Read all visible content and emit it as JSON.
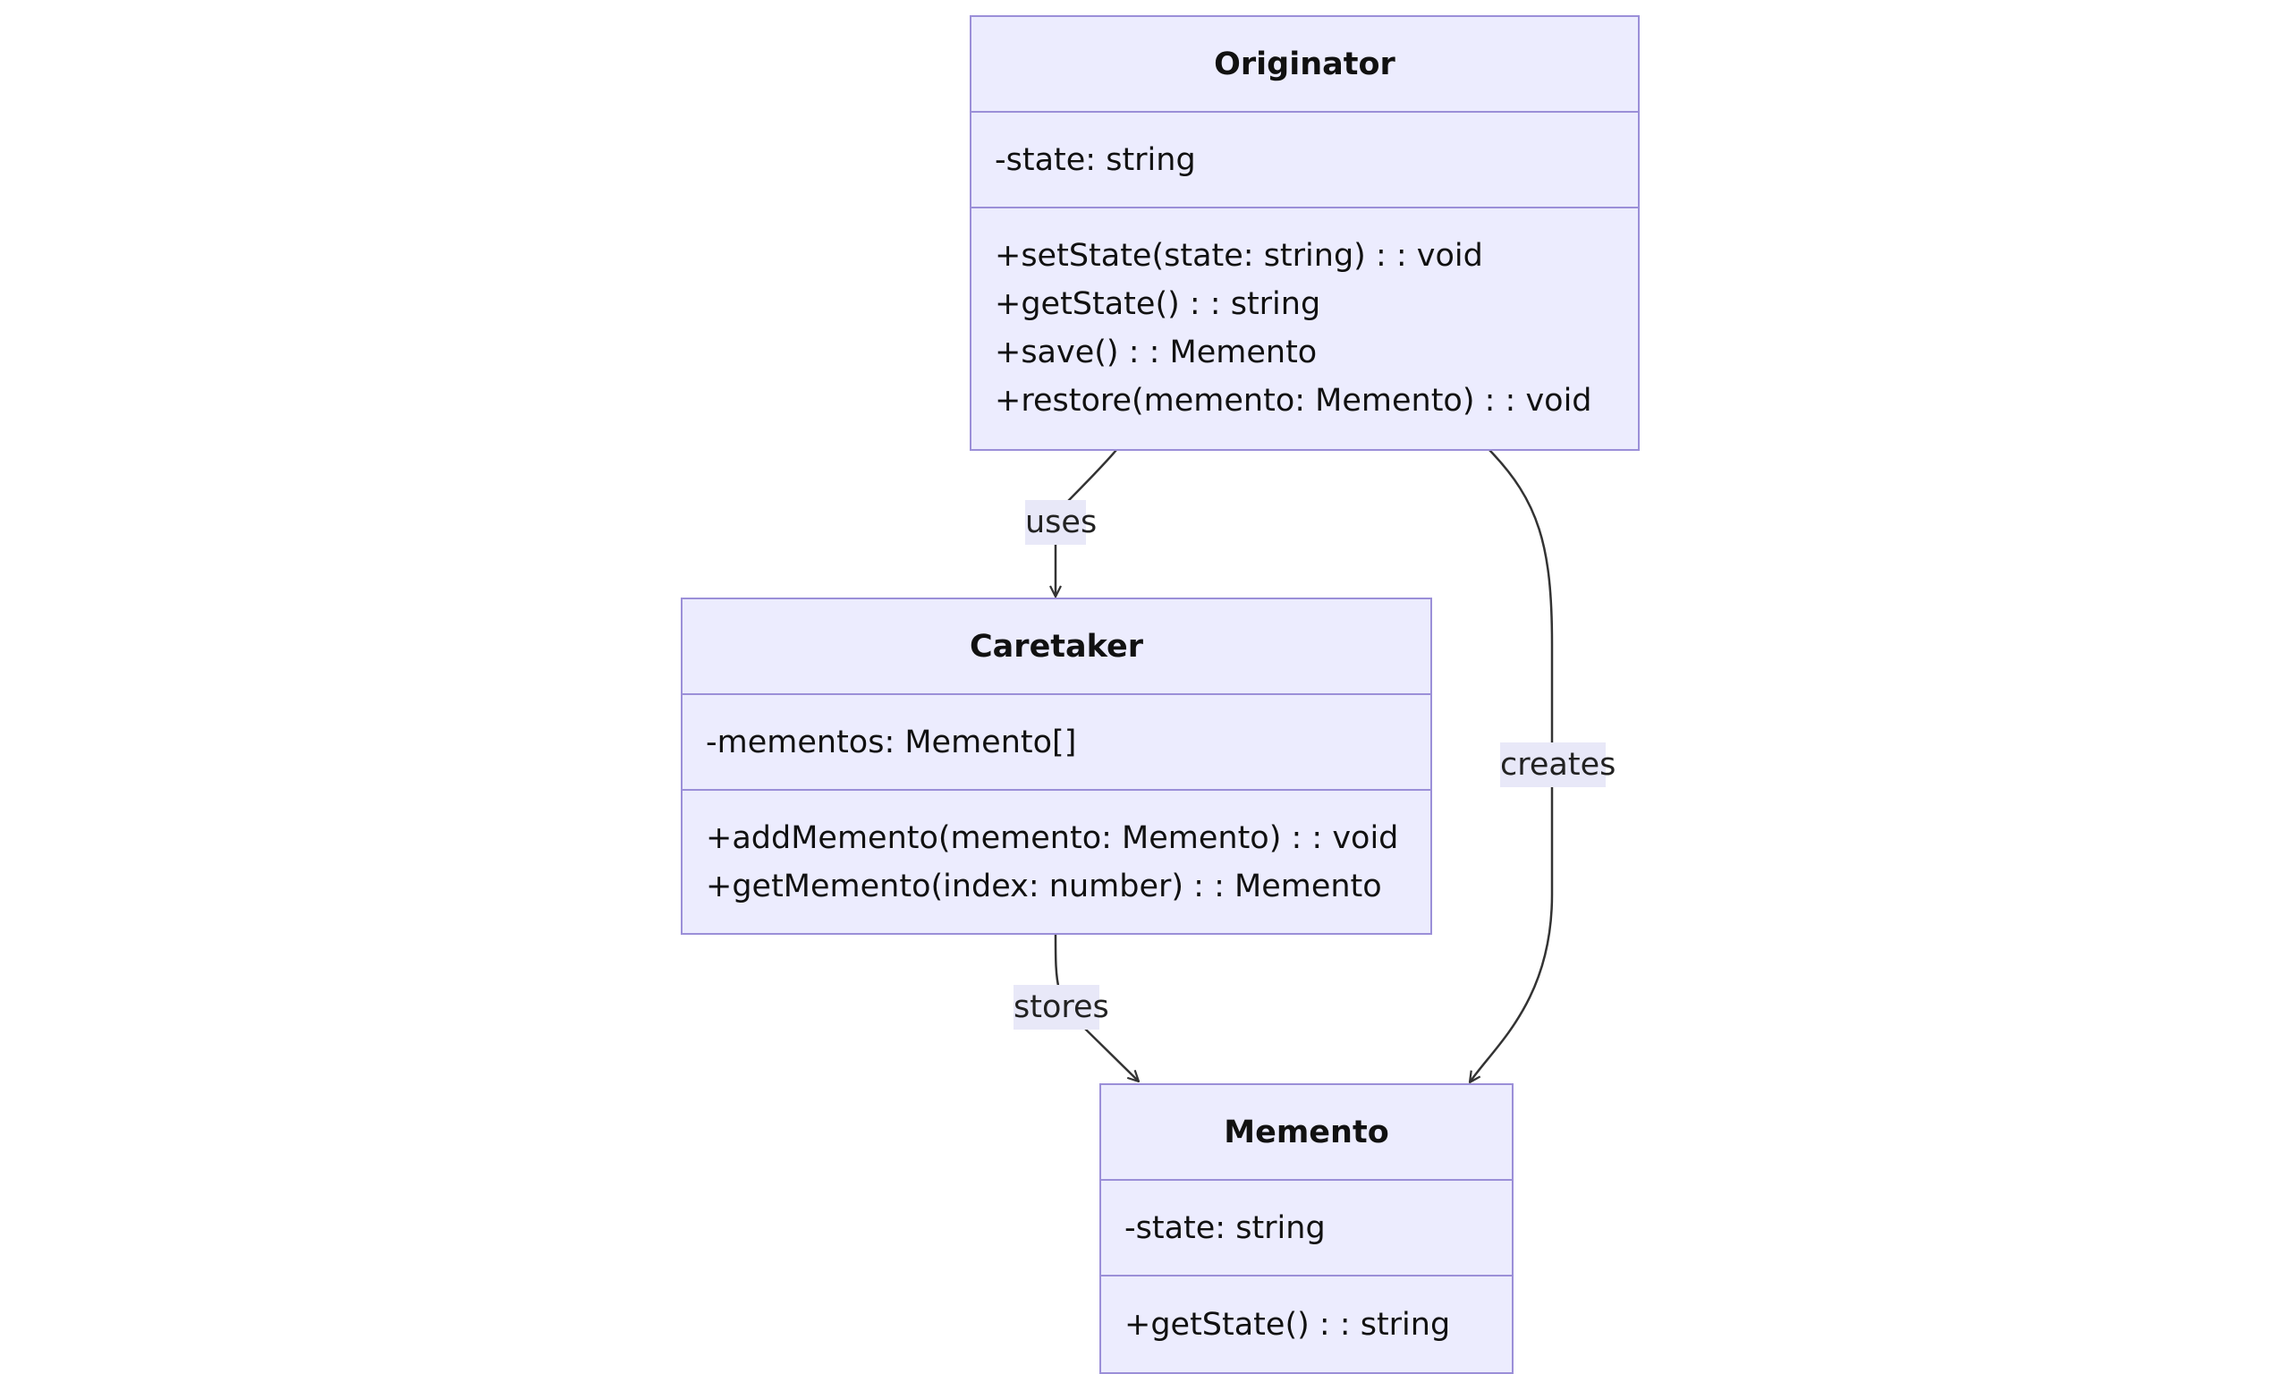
{
  "classes": {
    "originator": {
      "name": "Originator",
      "attributes": [
        "-state: string"
      ],
      "methods": [
        "+setState(state: string) : : void",
        "+getState() : : string",
        "+save() : : Memento",
        "+restore(memento: Memento) : : void"
      ]
    },
    "caretaker": {
      "name": "Caretaker",
      "attributes": [
        "-mementos: Memento[]"
      ],
      "methods": [
        "+addMemento(memento: Memento) : : void",
        "+getMemento(index: number) : : Memento"
      ]
    },
    "memento": {
      "name": "Memento",
      "attributes": [
        "-state: string"
      ],
      "methods": [
        "+getState() : : string"
      ]
    }
  },
  "relations": {
    "uses": {
      "from": "Originator",
      "to": "Caretaker",
      "label": "uses"
    },
    "creates": {
      "from": "Originator",
      "to": "Memento",
      "label": "creates"
    },
    "stores": {
      "from": "Caretaker",
      "to": "Memento",
      "label": "stores"
    }
  },
  "colors": {
    "box_fill": "#ececfe",
    "box_border": "#9b8fd8",
    "edge": "#333333",
    "label_bg": "#e8e8f8"
  }
}
